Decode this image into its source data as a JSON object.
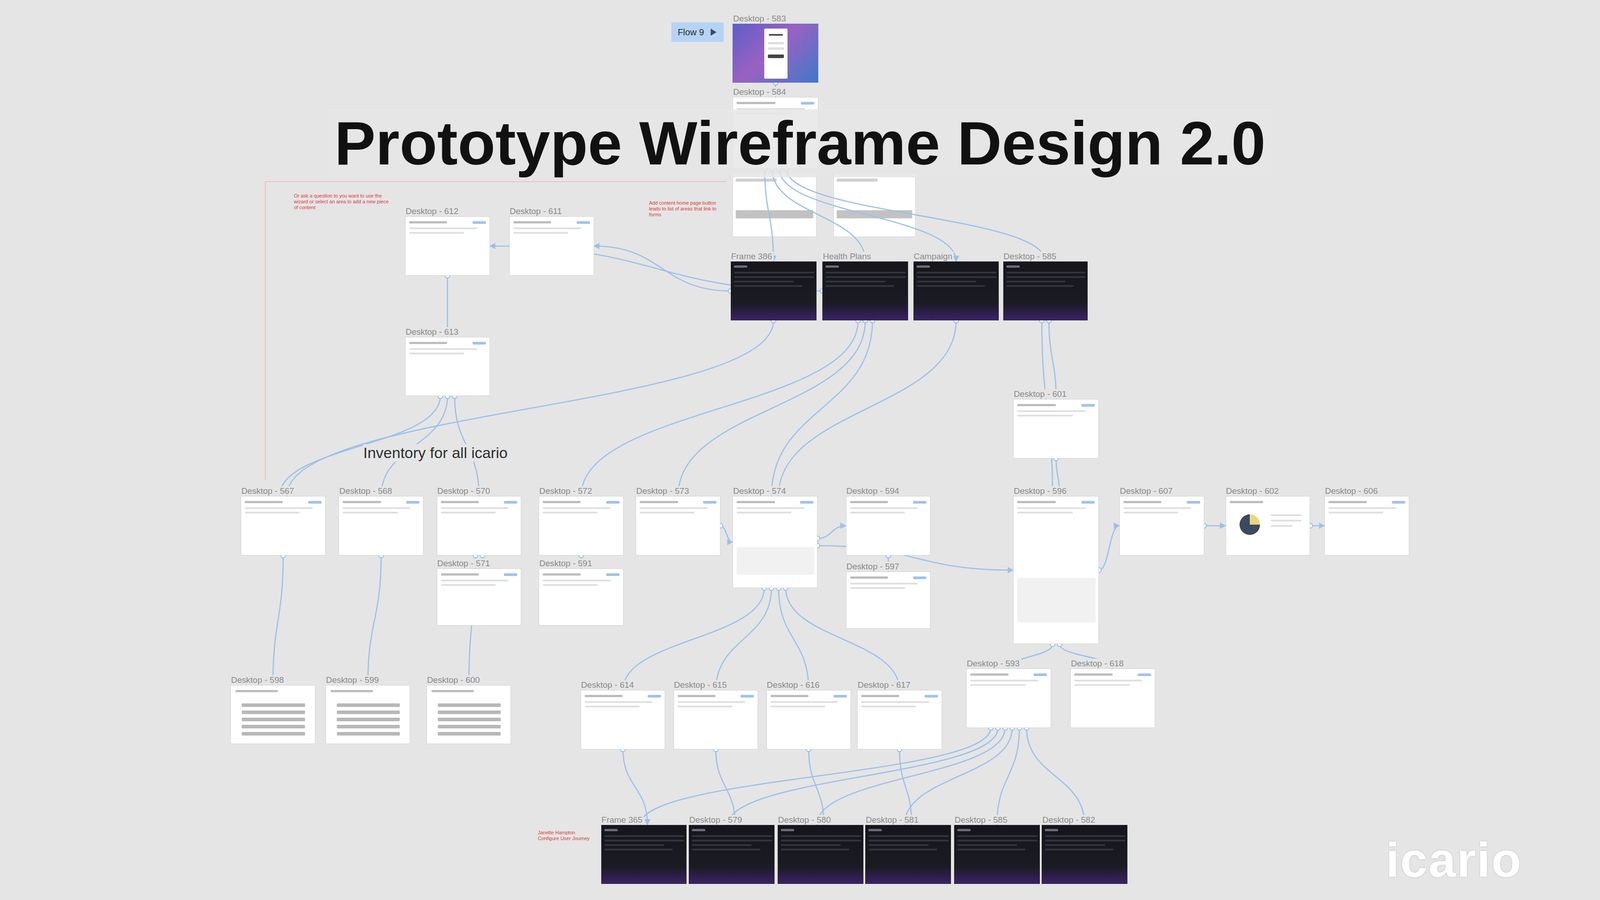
{
  "diagram": {
    "title": "Prototype Wireframe Design 2.0",
    "nodes": [
      {
        "text": [
          "Desktop - 583"
        ]
      },
      {
        "text": [
          "Desktop - 584"
        ]
      },
      {
        "text": [
          "Desktop - 612"
        ]
      },
      {
        "text": [
          "Desktop - 611"
        ]
      },
      {
        "text": [
          "Frame 386"
        ]
      },
      {
        "text": [
          "Health Plans"
        ]
      },
      {
        "text": [
          "Campaign"
        ]
      },
      {
        "text": [
          "Desktop - 585"
        ]
      },
      {
        "text": [
          "Desktop - 613"
        ]
      },
      {
        "text": [
          "Desktop - 601"
        ]
      },
      {
        "text": [
          "Desktop - 567"
        ]
      },
      {
        "text": [
          "Desktop - 568"
        ]
      },
      {
        "text": [
          "Desktop - 570"
        ]
      },
      {
        "text": [
          "Desktop - 572"
        ]
      },
      {
        "text": [
          "Desktop - 573"
        ]
      },
      {
        "text": [
          "Desktop - 574"
        ]
      },
      {
        "text": [
          "Desktop - 594"
        ]
      },
      {
        "text": [
          "Desktop - 596"
        ]
      },
      {
        "text": [
          "Desktop - 607"
        ]
      },
      {
        "text": [
          "Desktop - 602"
        ]
      },
      {
        "text": [
          "Desktop - 606"
        ]
      },
      {
        "text": [
          "Desktop - 571"
        ]
      },
      {
        "text": [
          "Desktop - 591"
        ]
      },
      {
        "text": [
          "Desktop - 597"
        ]
      },
      {
        "text": [
          "Desktop - 598"
        ]
      },
      {
        "text": [
          "Desktop - 599"
        ]
      },
      {
        "text": [
          "Desktop - 600"
        ]
      },
      {
        "text": [
          "Desktop - 614"
        ]
      },
      {
        "text": [
          "Desktop - 615"
        ]
      },
      {
        "text": [
          "Desktop - 616"
        ]
      },
      {
        "text": [
          "Desktop - 617"
        ]
      },
      {
        "text": [
          "Desktop - 593"
        ]
      },
      {
        "text": [
          "Desktop - 618"
        ]
      },
      {
        "text": [
          "Frame 365"
        ]
      },
      {
        "text": [
          "Desktop - 579"
        ]
      },
      {
        "text": [
          "Desktop - 580"
        ]
      },
      {
        "text": [
          "Desktop - 581"
        ]
      },
      {
        "text": [
          "Desktop - 585"
        ]
      },
      {
        "text": [
          "Desktop - 582"
        ]
      }
    ],
    "edges": [
      {
        "from": 0,
        "to": 1,
        "arrow": "to"
      },
      {
        "from": 1,
        "to": 4,
        "arrow": "to"
      },
      {
        "from": 1,
        "to": 5,
        "arrow": "to"
      },
      {
        "from": 1,
        "to": 6,
        "arrow": "to"
      },
      {
        "from": 1,
        "to": 7,
        "arrow": "to"
      },
      {
        "from": 4,
        "to": 3,
        "arrow": "to"
      },
      {
        "from": 5,
        "to": 2,
        "arrow": "to"
      },
      {
        "from": 2,
        "to": 8,
        "arrow": "to"
      },
      {
        "from": 8,
        "to": 10,
        "arrow": "to"
      },
      {
        "from": 8,
        "to": 11,
        "arrow": "to"
      },
      {
        "from": 8,
        "to": 12,
        "arrow": "to"
      },
      {
        "from": 4,
        "to": 10,
        "arrow": "to"
      },
      {
        "from": 5,
        "to": 13,
        "arrow": "to"
      },
      {
        "from": 5,
        "to": 14,
        "arrow": "to"
      },
      {
        "from": 5,
        "to": 15,
        "arrow": "to"
      },
      {
        "from": 6,
        "to": 15,
        "arrow": "to"
      },
      {
        "from": 7,
        "to": 17,
        "arrow": "to"
      },
      {
        "from": 7,
        "to": 9,
        "arrow": "to"
      },
      {
        "from": 10,
        "to": 24,
        "arrow": "to"
      },
      {
        "from": 11,
        "to": 25,
        "arrow": "to"
      },
      {
        "from": 12,
        "to": 26,
        "arrow": "to"
      },
      {
        "from": 12,
        "to": 21,
        "arrow": "to"
      },
      {
        "from": 13,
        "to": 22,
        "arrow": "to"
      },
      {
        "from": 14,
        "to": 15,
        "arrow": "to"
      },
      {
        "from": 15,
        "to": 16,
        "arrow": "to"
      },
      {
        "from": 15,
        "to": 17,
        "arrow": "to"
      },
      {
        "from": 17,
        "to": 18,
        "arrow": "to"
      },
      {
        "from": 18,
        "to": 19,
        "arrow": "to"
      },
      {
        "from": 19,
        "to": 20,
        "arrow": "to"
      },
      {
        "from": 9,
        "to": 17,
        "arrow": "to"
      },
      {
        "from": 16,
        "to": 23,
        "arrow": "to"
      },
      {
        "from": 15,
        "to": 27,
        "arrow": "to"
      },
      {
        "from": 15,
        "to": 28,
        "arrow": "to"
      },
      {
        "from": 15,
        "to": 29,
        "arrow": "to"
      },
      {
        "from": 15,
        "to": 30,
        "arrow": "to"
      },
      {
        "from": 17,
        "to": 31,
        "arrow": "to"
      },
      {
        "from": 17,
        "to": 32,
        "arrow": "to"
      },
      {
        "from": 31,
        "to": 33,
        "arrow": "to"
      },
      {
        "from": 31,
        "to": 34,
        "arrow": "to"
      },
      {
        "from": 31,
        "to": 35,
        "arrow": "to"
      },
      {
        "from": 31,
        "to": 36,
        "arrow": "to"
      },
      {
        "from": 31,
        "to": 37,
        "arrow": "to"
      },
      {
        "from": 31,
        "to": 38,
        "arrow": "to"
      },
      {
        "from": 27,
        "to": 33,
        "arrow": "to"
      },
      {
        "from": 28,
        "to": 34,
        "arrow": "to"
      },
      {
        "from": 29,
        "to": 35,
        "arrow": "to"
      },
      {
        "from": 30,
        "to": 36,
        "arrow": "to"
      }
    ],
    "labels": [
      "Flow 9",
      "Inventory for all icario",
      "Or ask a question to you want to use the wizard or select an area to add a new piece of content",
      "Add content home page button leads to list of areas that link to forms",
      "Janette Hampton Configure User Journey",
      "icario"
    ]
  }
}
